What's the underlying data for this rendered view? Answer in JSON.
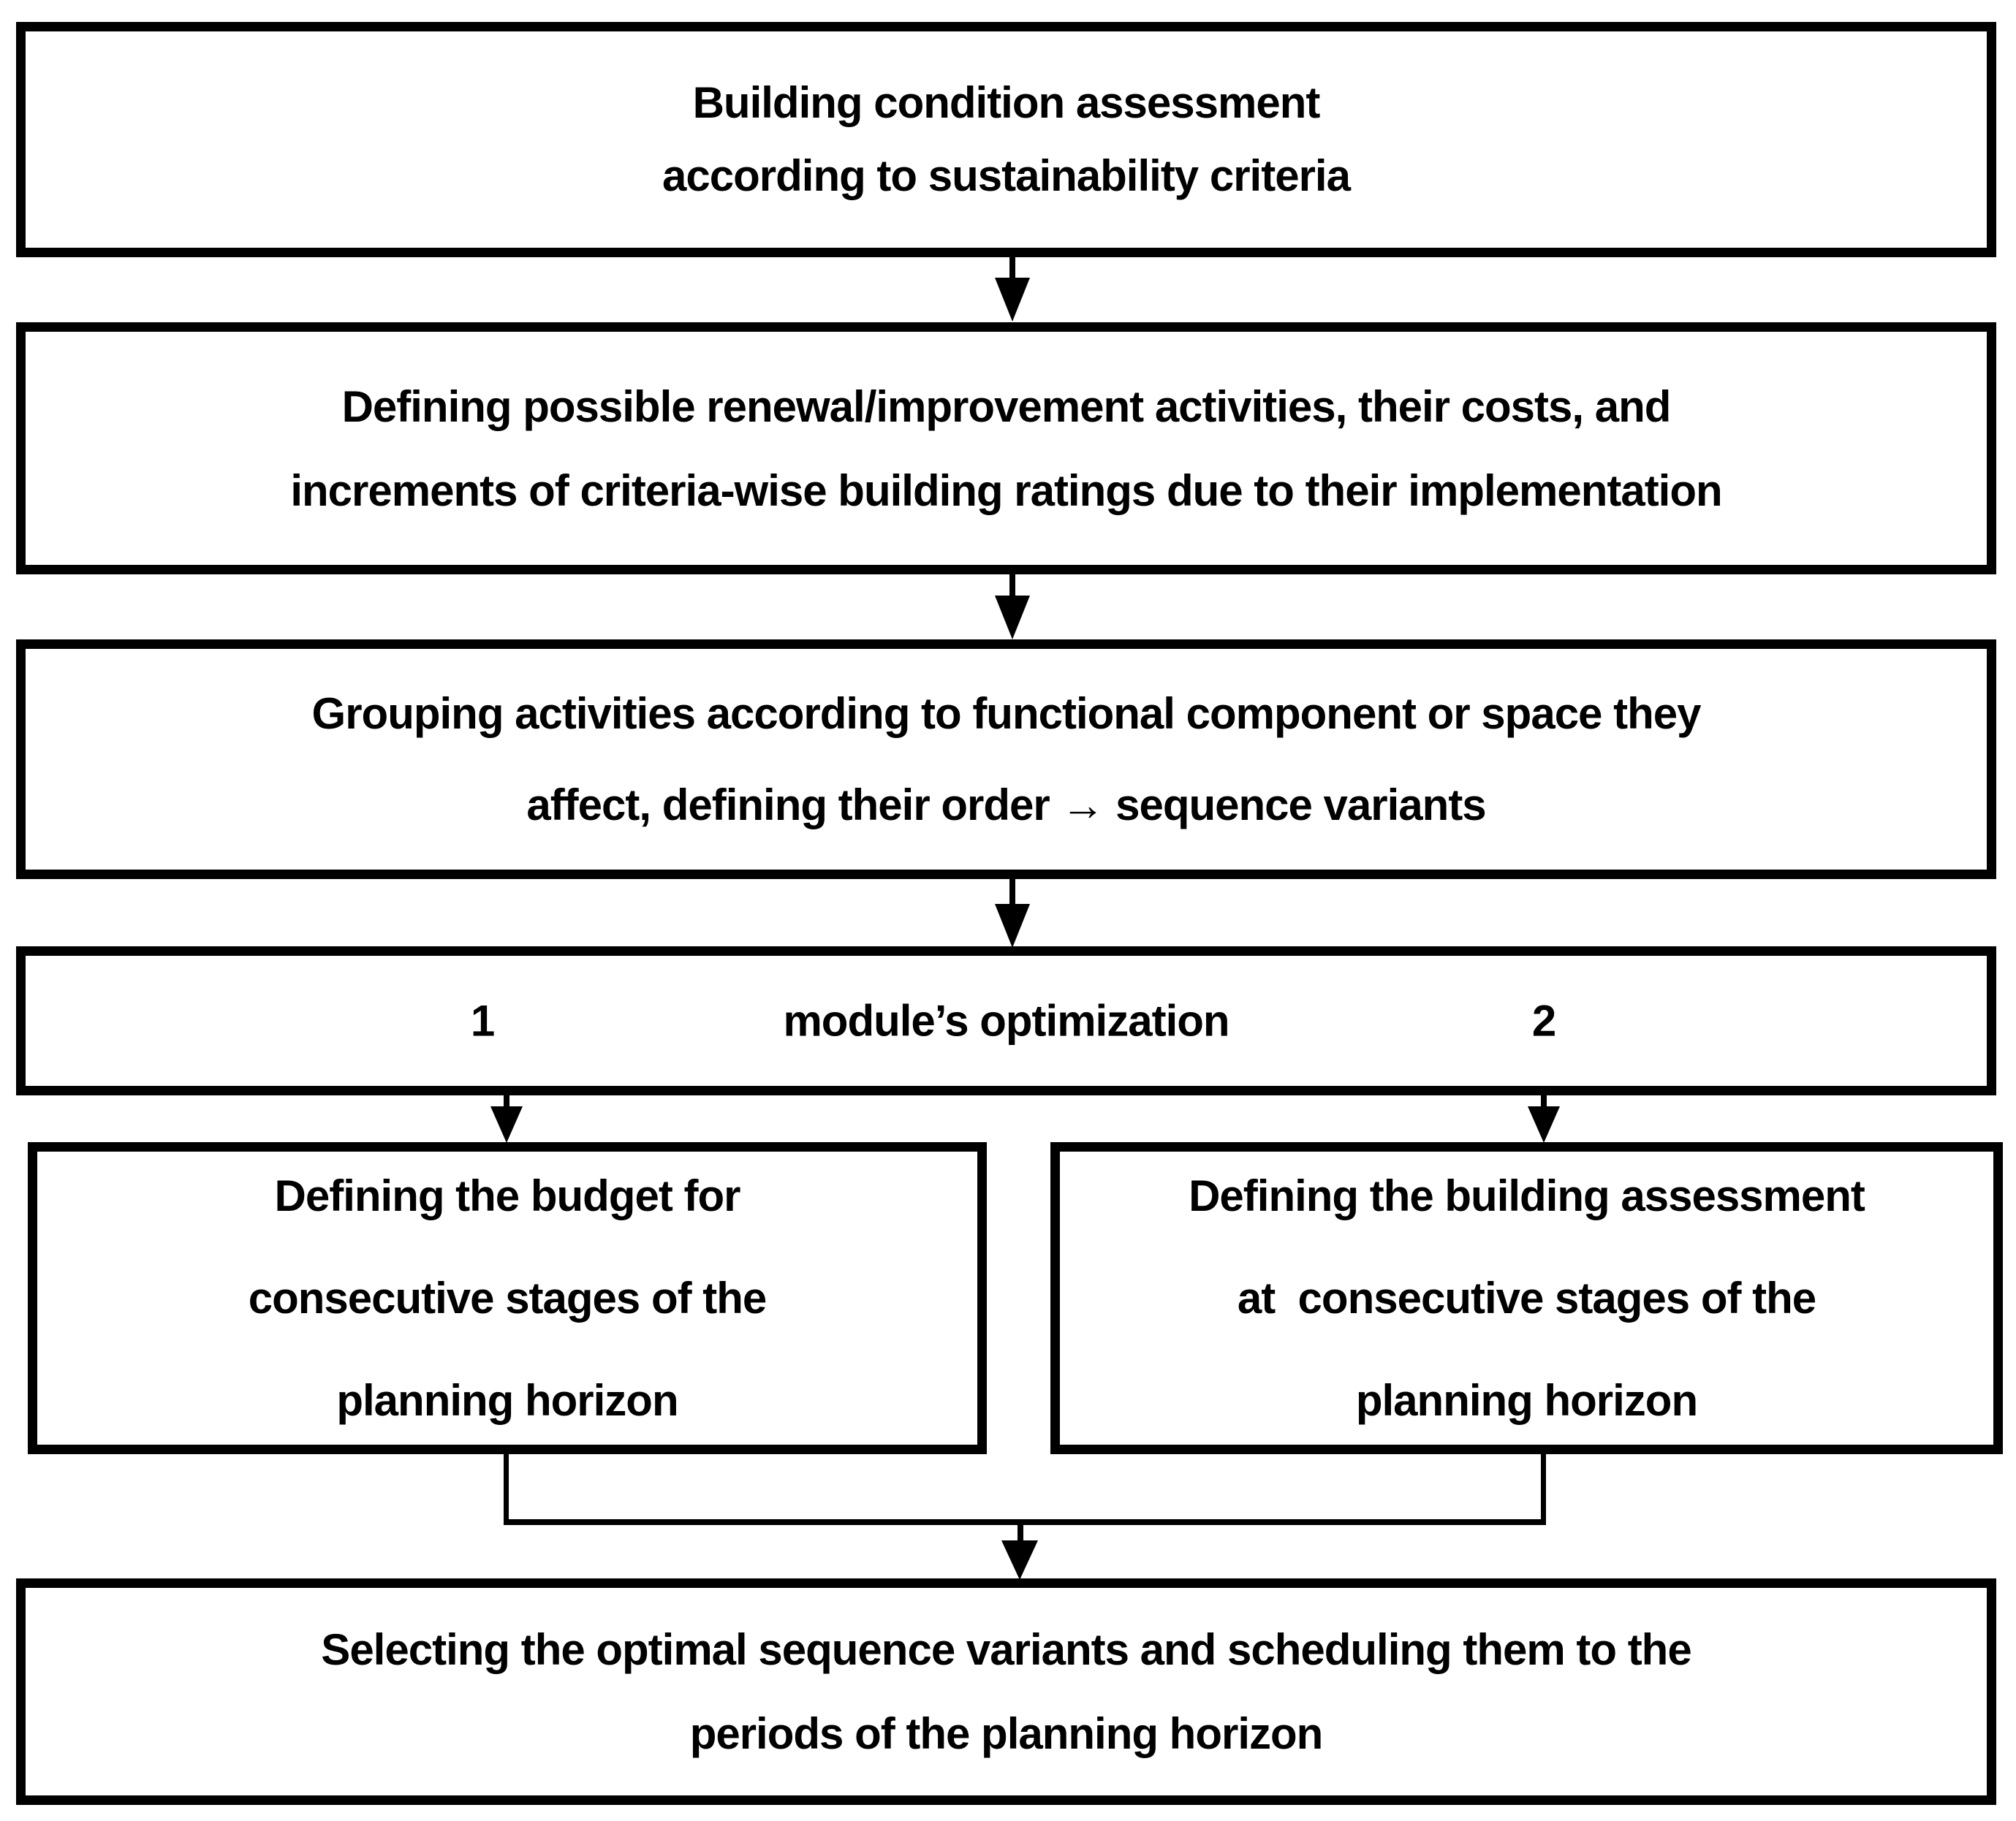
{
  "colors": {
    "ink": "#000000",
    "background": "#ffffff"
  },
  "boxes": {
    "assessment": {
      "lines": [
        "Building condition assessment",
        "according to sustainability criteria"
      ]
    },
    "activities": {
      "lines": [
        "Defining possible renewal/improvement activities, their costs, and",
        "increments of criteria-wise building ratings due to their implementation"
      ]
    },
    "grouping": {
      "lines": [
        "Grouping activities according to functional component or space they",
        "affect, defining their order → sequence variants"
      ]
    },
    "optimization": {
      "left_number": "1",
      "label": "module’s optimization",
      "right_number": "2"
    },
    "budget": {
      "lines": [
        "Defining the budget for",
        "consecutive stages of the",
        "planning horizon"
      ]
    },
    "building_assessment": {
      "lines": [
        "Defining the building assessment",
        "at  consecutive stages of the",
        "planning horizon"
      ]
    },
    "selecting": {
      "lines": [
        "Selecting the optimal sequence variants and scheduling them to the",
        "periods of the planning horizon"
      ]
    }
  }
}
